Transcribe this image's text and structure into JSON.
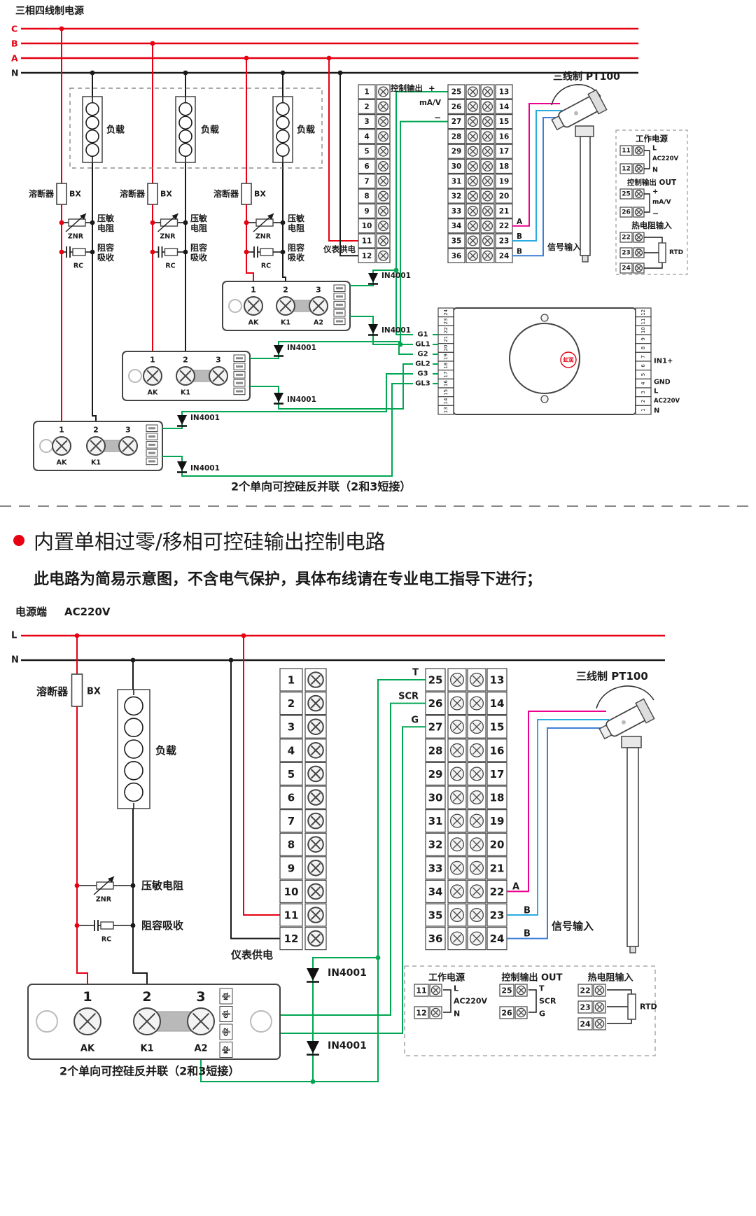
{
  "top": {
    "title": "三相四线制电源",
    "phases": [
      "C",
      "B",
      "A",
      "N"
    ],
    "load": "负载",
    "fuse": "溶断器",
    "fuse_code": "BX",
    "varistor_line1": "压敏",
    "varistor_line2": "电阻",
    "varistor_code": "ZNR",
    "rc_line1": "阻容",
    "rc_line2": "吸收",
    "rc_code": "RC",
    "diode": "IN4001",
    "scr_numbers": [
      "1",
      "2",
      "3"
    ],
    "scr_labels": [
      "AK",
      "K1",
      "A2"
    ],
    "caption": "2个单向可控硅反并联（2和3短接）",
    "block": {
      "left": [
        "1",
        "2",
        "3",
        "4",
        "5",
        "6",
        "7",
        "8",
        "9",
        "10",
        "11",
        "12"
      ],
      "mid": [
        "25",
        "26",
        "27",
        "28",
        "29",
        "30",
        "31",
        "32",
        "33",
        "34",
        "35",
        "36"
      ],
      "right": [
        "13",
        "14",
        "15",
        "16",
        "17",
        "18",
        "19",
        "20",
        "21",
        "22",
        "23",
        "24"
      ],
      "ctrl_out": "控制输出",
      "plus": "+",
      "mav": "mA/V",
      "minus": "−",
      "supply": "仪表供电",
      "sig_a": "A",
      "sig_b1": "B",
      "sig_b2": "B",
      "signal_input": "信号输入"
    },
    "meter": {
      "left_nums": [
        "24",
        "23",
        "22",
        "21",
        "20",
        "19",
        "18",
        "17",
        "16",
        "15",
        "14",
        "13"
      ],
      "right_nums": [
        "12",
        "11",
        "10",
        "9",
        "8",
        "7",
        "6",
        "5",
        "4",
        "3",
        "2",
        "1"
      ],
      "g_labels": [
        "G1",
        "GL1",
        "G2",
        "GL2",
        "G3",
        "GL3"
      ],
      "in1": "IN1+",
      "gnd": "GND",
      "l": "L",
      "ac": "AC220V",
      "n": "N",
      "brand": "虹润"
    },
    "pt100": "三线制 PT100",
    "panel": {
      "power_title": "工作电源",
      "t11": "11",
      "t12": "12",
      "l": "L",
      "ac": "AC220V",
      "n": "N",
      "out_title": "控制输出 OUT",
      "t25": "25",
      "t26": "26",
      "plus": "+",
      "mav": "mA/V",
      "minus": "−",
      "rtd_title": "热电阻输入",
      "t22": "22",
      "t23": "23",
      "t24": "24",
      "rtd": "RTD"
    }
  },
  "middle": {
    "heading": "内置单相过零/移相可控硅输出控制电路",
    "subtitle": "此电路为简易示意图，不含电气保护，具体布线请在专业电工指导下进行；"
  },
  "bottom": {
    "source": "电源端",
    "voltage": "AC220V",
    "phases": [
      "L",
      "N"
    ],
    "fuse": "溶断器",
    "fuse_code": "BX",
    "load": "负载",
    "varistor": "压敏电阻",
    "varistor_code": "ZNR",
    "rc": "阻容吸收",
    "rc_code": "RC",
    "diode": "IN4001",
    "scr_numbers": [
      "1",
      "2",
      "3"
    ],
    "scr_labels": [
      "AK",
      "K1",
      "A2"
    ],
    "gate_labels": [
      "K1",
      "G1",
      "G2",
      "K2"
    ],
    "caption": "2个单向可控硅反并联（2和3短接）",
    "block": {
      "left": [
        "1",
        "2",
        "3",
        "4",
        "5",
        "6",
        "7",
        "8",
        "9",
        "10",
        "11",
        "12"
      ],
      "mid": [
        "25",
        "26",
        "27",
        "28",
        "29",
        "30",
        "31",
        "32",
        "33",
        "34",
        "35",
        "36"
      ],
      "right": [
        "13",
        "14",
        "15",
        "16",
        "17",
        "18",
        "19",
        "20",
        "21",
        "22",
        "23",
        "24"
      ],
      "t": "T",
      "scr": "SCR",
      "g": "G",
      "supply": "仪表供电",
      "sig_a": "A",
      "sig_b1": "B",
      "sig_b2": "B",
      "signal_input": "信号输入"
    },
    "pt100": "三线制 PT100",
    "panel": {
      "power_title": "工作电源",
      "t11": "11",
      "t12": "12",
      "l": "L",
      "ac": "AC220V",
      "n": "N",
      "out_title": "控制输出 OUT",
      "t25": "25",
      "t26": "26",
      "t": "T",
      "scr": "SCR",
      "g": "G",
      "rtd_title": "热电阻输入",
      "t22": "22",
      "t23": "23",
      "t24": "24",
      "rtd": "RTD"
    }
  }
}
